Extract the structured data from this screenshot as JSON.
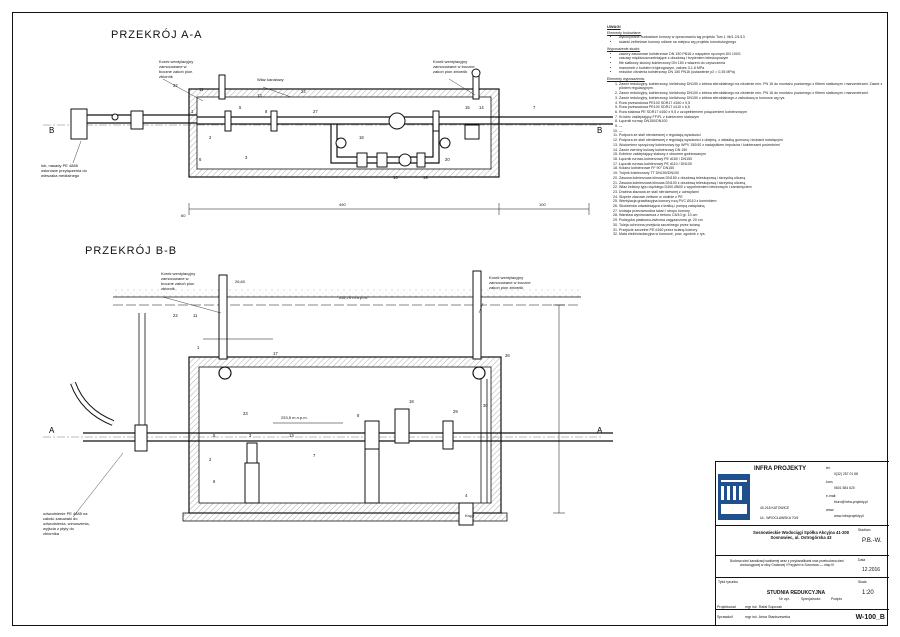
{
  "sections": {
    "a": "PRZEKRÓJ A-A",
    "b": "PRZEKRÓJ B-B"
  },
  "callouts": {
    "pipe_a": "lub, nasady PE 4885 osłonowe przyłączenia do wieszaka medialnego",
    "korek_left_a": "Korek wentylacyjny zamocowane w boczne zakoń pion zbiornik",
    "korek_right_a": "Korek wentylacyjny zamocowane w boczne zakoń pion zbiornik",
    "wlaz_a": "Właz kanałowy",
    "korek_left_b": "Korek wentylacyjny zamocowane w boczne zakoń pion zbiornik",
    "korek_right_b": "Korek wentylacyjny zamocowane w boczne zakoń pion zbiornik",
    "pipe_b": "odwodnienie PE 4885 na całość zasuwaki do odwodnienia, wznoszenia, wyjścia z płyty do zbiornika",
    "level_top": "252,70 m.n.p.m.",
    "level_pipe": "253,5 m.n.p.m.",
    "drain": "Kręgi"
  },
  "dims": {
    "a_total": "490",
    "a_right": "100",
    "a_left": "60",
    "b_top": "26,60"
  },
  "notes": {
    "heading": "UWAGI",
    "intro_title": "Elementy budowlane:",
    "intro_items": [
      "wykonywane budowlane komory w opracowaniu wg projektu Tom 1 IIb/1.2/1/13",
      "ścianki żelbetowe komory odlane na miejscu wg projektu konstrukcyjnego"
    ],
    "equip_title": "Wyposażenie studni:",
    "equip_items": [
      "zawory zasuwowe kołnierzowe DN 150 PN16 z napędem ręcznym DN 100/1",
      "zasuwy miękkouszczelniające z obudową i trzpieniem teleskopowym",
      "filtr siatkowy skośny kołnierzowy DN 150 z włazem do czyszczenia",
      "manometr z kurkiem trójdrogowym, zakres 0-1,6 MPa",
      "reduktor ciśnienia kołnierzowy DN 150 PN16 (ustawienie p2 = 0,35 MPa)"
    ],
    "list_title": "Elementy wyposażenia:",
    "list_items": [
      "Zawór redukcyjny, kołnierzowy, kielichowy DN150 z żeliwa sferoidalnego na ciśnienie min. PN 16 do montażu poziomego z filtrem siatkowym i manometrami. Zawór z pilotem regulacyjnym.",
      "Zawór redukcyjny, kołnierzowy, kielichowy DN100 z żeliwa sferoidalnego na ciśnienie min. PN 16 do montażu poziomego z filtrem siatkowym i manometrami.",
      "Zawór redukcyjny, kołnierzowy, kielichowy DN150 z żeliwa sferoidalnego z zabudową w komorze wg rys.",
      "Rura przewodowa PE100 SDR17 d160 x 9,5",
      "Rura przewodowa PE100 SDR17 d110 x 6,6",
      "Rura stalowa PE SDR17 d160 x 9,5 z uzupełnieniem połączeniem kołnierzowym",
      "Króciec zaślepiający FF/FL z kołnierzem stalowym",
      "Łącznik rurowy DN150/DN100",
      "—",
      "—",
      "Podpora ze stali nierdzewnej z regulacją wysokości",
      "Podpora ze stali nierdzewnej z regulacją wysokości z obejmą, z wkładką gumową i śrubami kotwiącymi",
      "Wodomierz sprzężony kołnierzowy typ WPV 150/40 z nadajnikiem impulsów i kołnierzami pośrednimi",
      "Zawór zwrotny kulowy kołnierzowy DN 150",
      "Kołnierz zaślepiający stalowy z otworem gwintowanym",
      "Łącznik rurowo-kołnierzowy PE d160 / DN150",
      "Łącznik rurowo-kołnierzowy PE d110 / DN100",
      "Kolano kołnierzowe FF 90° DN150",
      "Trójnik kołnierzowy TT DN150/DN100",
      "Zasuwa kołnierzowa klinowa DN150 z obudową teleskopową i skrzynką uliczną",
      "Zasuwa kołnierzowa klinowa DN100 z obudową teleskopową i skrzynką uliczną",
      "Właz żeliwny typu ciężkiego D400 Ø600 z wypełnieniem betonowym i zamknięciem",
      "Drabina złazowa ze stali nierdzewnej z uchwytami",
      "Stopnie złazowe żeliwne w otulinie z PE",
      "Wentylacja grawitacyjna komory rurą PVC Ø110 z kominkiem",
      "Studzienka odwadniająca z kratką i pompą zatapialną",
      "Izolacja przeciwwodna ścian i stropu komory",
      "Warstwa wyrównawcza z betonu C8/10 gr. 10 cm",
      "Podsypka piaskowo-żwirowa zagęszczona gr. 20 cm",
      "Tuleja ochronna przejścia szczelnego przez ścianę",
      "Przejście szczelne PE d160 przez ścianę komory",
      "Mata elektroizolacyjna w komorze, pow. zgodnie z rys."
    ]
  },
  "titleblock": {
    "company": "INFRA PROJEKTY",
    "phone_label": "tel.",
    "phone": "0(32) 257 01 58",
    "mobile_label": "kom.",
    "mobile": "0601 584 620",
    "email_label": "e-mail:",
    "email": "biuro@infra-projekty.pl",
    "www_label": "www:",
    "www": "www.infraprojekty.pl",
    "addr1": "40-218 KATOWICE",
    "addr2": "UL. WROCŁAWSKA 70/4",
    "investor": "Sosnowieckie Wodociągi Spółka Akcyjna 41-200 Sosnowiec, ul. Ostrogórska 43",
    "stage_label": "Stadium",
    "stage": "P.B.-W.",
    "project_desc": "Budowa sieci kanalizacji sanitarnej wraz z przykanalikami oraz przebudowa sieci wodociągowej w ulicy Grabowej i Przyjaźni w Sosnowcu — etap III",
    "date_label": "Data",
    "date": "12.2016",
    "title_label": "Tytuł rysunku",
    "title": "STUDNIA REDUKCYJNA",
    "scale_label": "Skala",
    "scale": "1:20",
    "drawing_no": "W-100_B",
    "role1": "Projektował",
    "name1": "mgr inż. Rafał Sopczak",
    "role2": "Sprawdził",
    "name2": "mgr inż. Anna Staniszewska",
    "col_spec": "Specjalność",
    "col_sign": "Podpis",
    "col_no": "Nr upr."
  },
  "numbers_a": [
    "22",
    "11",
    "1",
    "5",
    "13",
    "24",
    "27",
    "8",
    "2",
    "6",
    "3",
    "18",
    "16",
    "19",
    "20",
    "15",
    "14",
    "7"
  ],
  "numbers_b": [
    "22",
    "11",
    "1",
    "17",
    "23",
    "5",
    "2",
    "6",
    "3",
    "13",
    "7",
    "8",
    "18",
    "29",
    "30",
    "26",
    "4"
  ]
}
